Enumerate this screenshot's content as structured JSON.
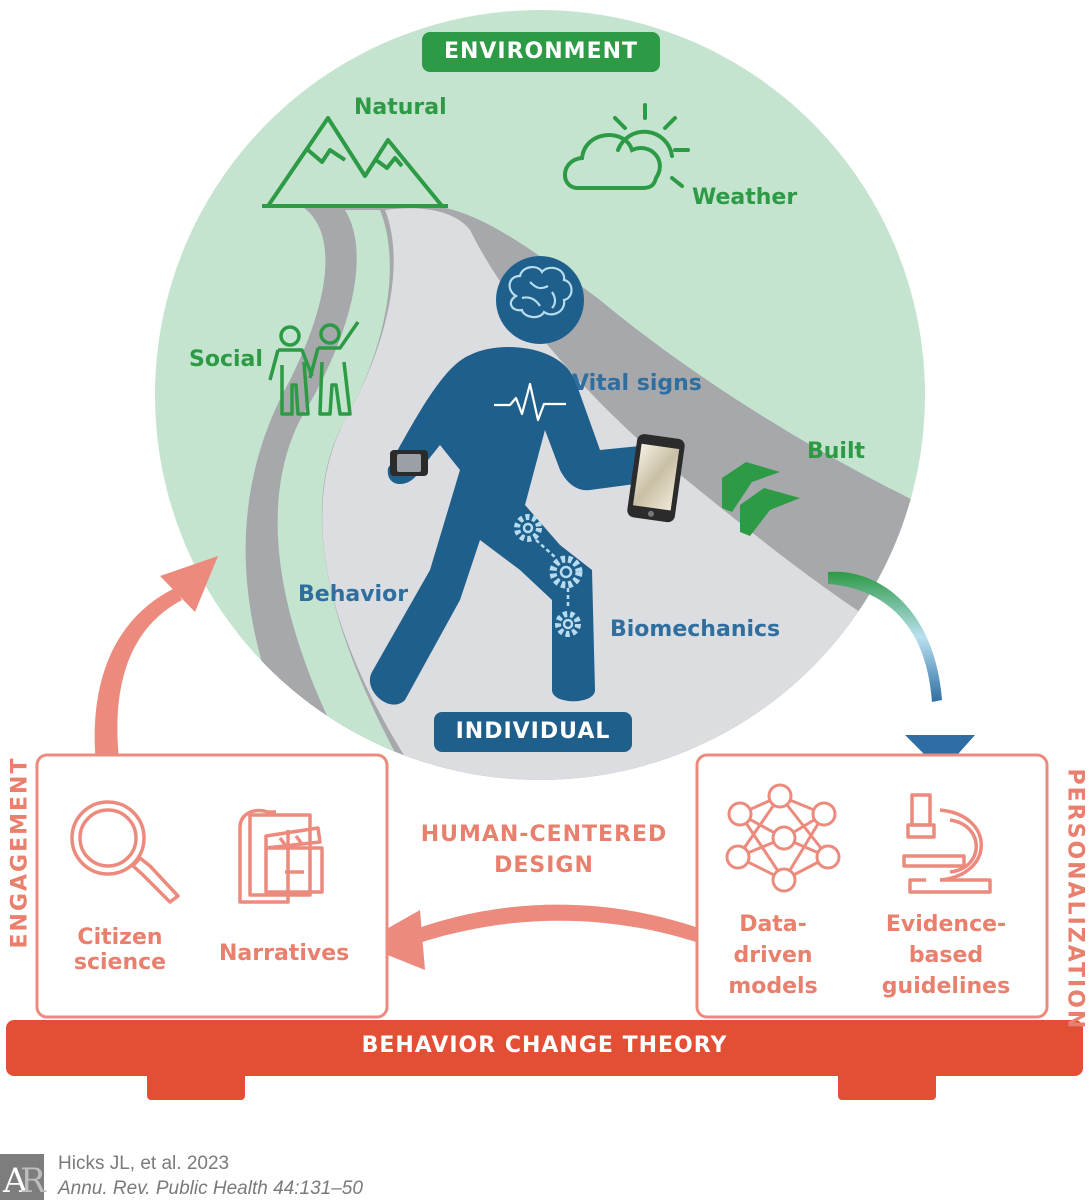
{
  "environment": {
    "title": "ENVIRONMENT",
    "natural": "Natural",
    "weather": "Weather",
    "social": "Social",
    "built": "Built"
  },
  "individual": {
    "title": "INDIVIDUAL",
    "vital_signs": "Vital signs",
    "behavior": "Behavior",
    "biomechanics": "Biomechanics"
  },
  "engagement": {
    "side_label": "ENGAGEMENT",
    "citizen_science": [
      "Citizen",
      "science"
    ],
    "narratives": "Narratives"
  },
  "human_centered_design": [
    "HUMAN-CENTERED",
    "DESIGN"
  ],
  "personalization": {
    "side_label": "PERSONALIZATION",
    "data_driven_models": [
      "Data-",
      "driven",
      "models"
    ],
    "evidence_based_guidelines": [
      "Evidence-",
      "based",
      "guidelines"
    ]
  },
  "foundation": "BEHAVIOR CHANGE THEORY",
  "citation": {
    "authors": "Hicks JL, et al. 2023",
    "journal": "Annu. Rev. Public Health 44:131–50"
  },
  "colors": {
    "env_green": "#2d9a46",
    "env_bg": "#c5e4cf",
    "person_blue": "#1f5f8b",
    "road_gray": "#a6a8ab",
    "road_light": "#dcdde0",
    "salmon": "#e8806d",
    "bar_red": "#e34f35"
  }
}
